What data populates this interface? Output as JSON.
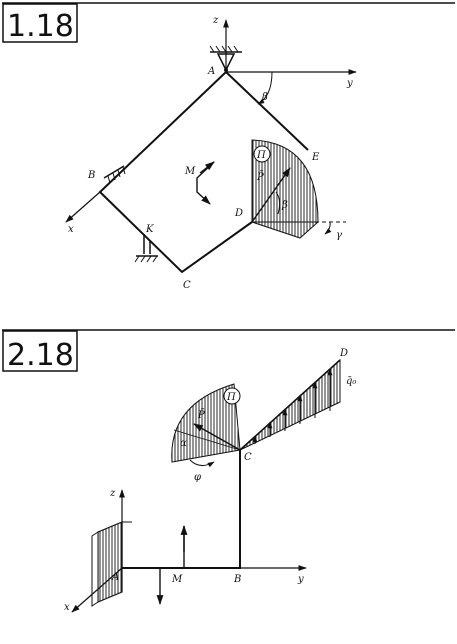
{
  "problem_1": {
    "number": "1.18",
    "labels": {
      "z": "z",
      "y": "y",
      "x": "x",
      "A": "A",
      "B": "B",
      "C": "C",
      "D": "D",
      "E": "E",
      "K": "K",
      "M": "M",
      "P": "P̄",
      "Pi": "Π",
      "beta_top": "β",
      "beta_d": "β",
      "gamma": "γ"
    }
  },
  "problem_2": {
    "number": "2.18",
    "labels": {
      "z": "z",
      "y": "y",
      "x": "x",
      "A": "A",
      "B": "B",
      "C": "C",
      "D": "D",
      "M": "M",
      "P": "P̄",
      "Pi": "Π",
      "alpha": "α",
      "phi": "φ",
      "q0": "q̄₀"
    }
  },
  "colors": {
    "ink": "#111111",
    "background": "#ffffff"
  }
}
